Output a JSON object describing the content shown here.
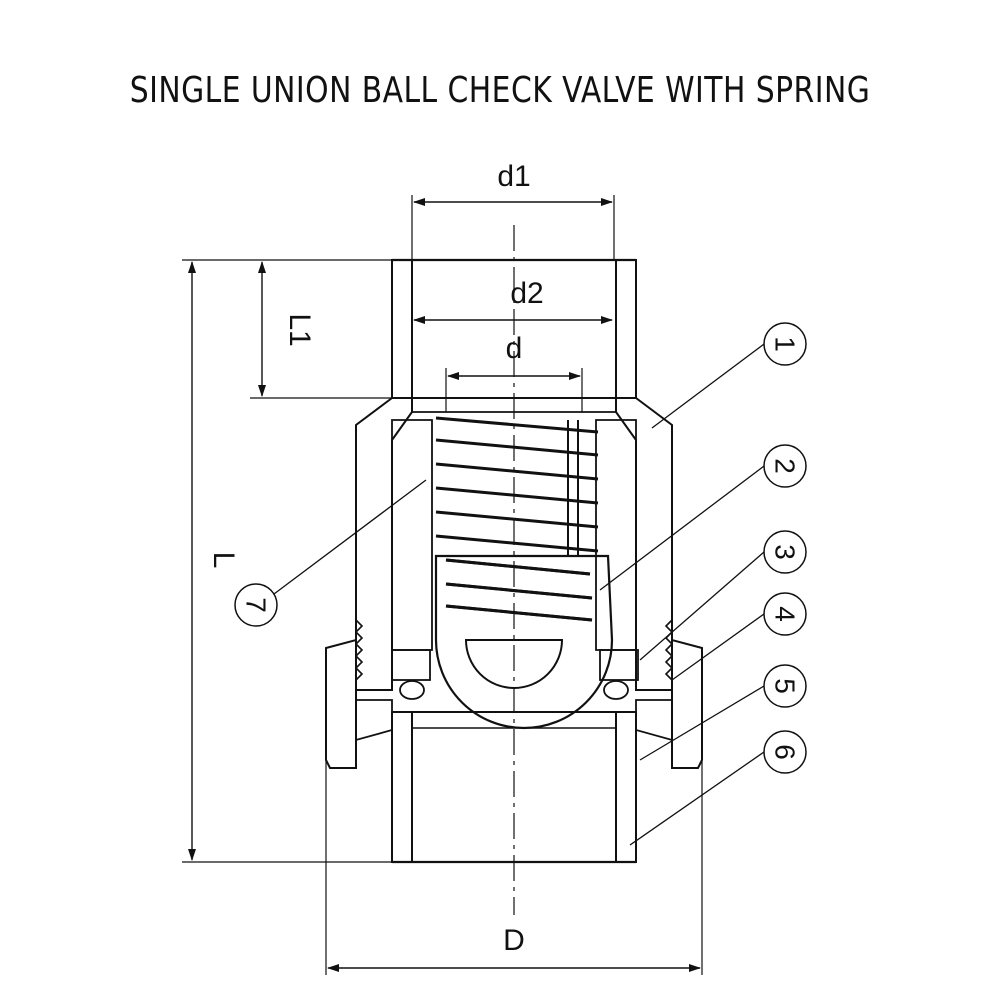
{
  "title": "SINGLE UNION BALL CHECK VALVE WITH SPRING",
  "dimensions": {
    "d1": "d1",
    "d2": "d2",
    "d": "d",
    "L1": "L1",
    "L": "L",
    "D": "D"
  },
  "callouts": [
    "1",
    "2",
    "3",
    "4",
    "5",
    "6",
    "7"
  ],
  "colors": {
    "line": "#111111",
    "background": "#ffffff"
  }
}
